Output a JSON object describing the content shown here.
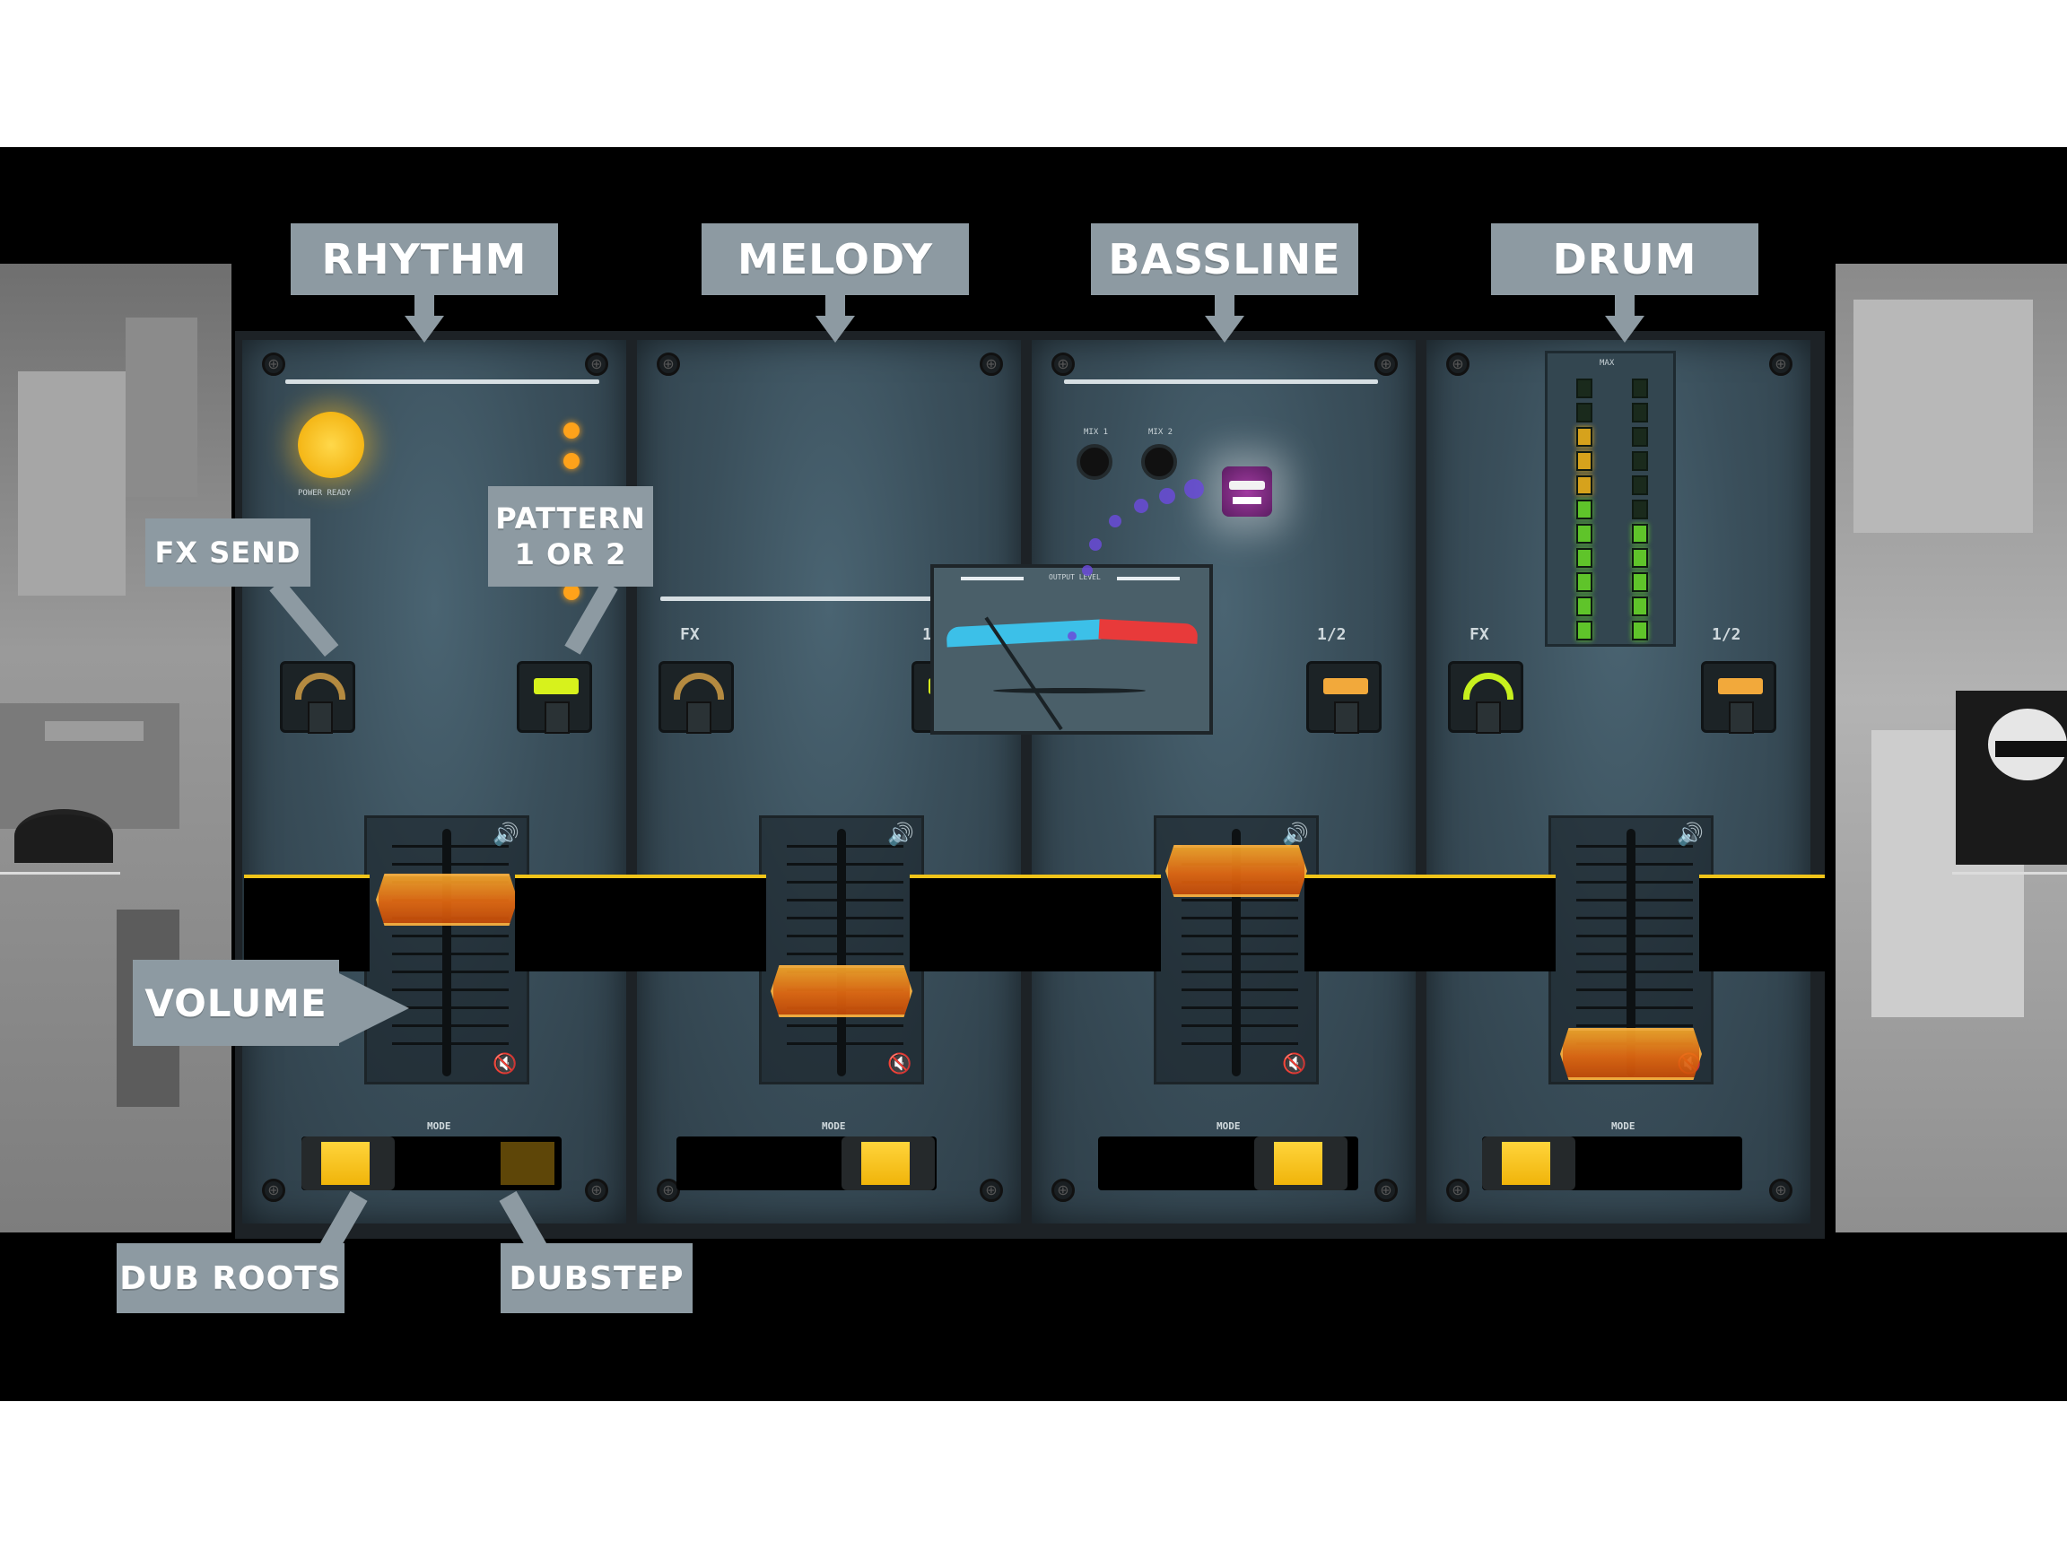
{
  "channels": {
    "rhythm": {
      "label": "RHYTHM"
    },
    "melody": {
      "label": "MELODY"
    },
    "bassline": {
      "label": "BASSLINE"
    },
    "drum": {
      "label": "DRUM"
    }
  },
  "callouts": {
    "fx_send": "FX SEND",
    "pattern_line1": "PATTERN",
    "pattern_line2": "1 OR 2",
    "volume": "VOLUME",
    "dub_roots": "DUB ROOTS",
    "dubstep": "DUBSTEP"
  },
  "controls": {
    "fx_label": "FX",
    "pattern_label": "1/2",
    "mode_label": "MODE",
    "power_label": "POWER READY",
    "output_label": "OUTPUT LEVEL",
    "mix1": "MIX 1",
    "mix2": "MIX 2",
    "meter_top": "MAX"
  },
  "fader_levels": {
    "rhythm": 0.75,
    "melody": 0.4,
    "bassline": 0.85,
    "drum": 0.05
  },
  "colors": {
    "accent_yellow": "#f0c419",
    "fader_orange": "#e56a12",
    "callout_gray": "#8d9aa2",
    "meter_blue": "#3cc0e8",
    "meter_red": "#e83a3a"
  },
  "icons": {
    "volume": "speaker-icon",
    "mute": "mute-icon"
  }
}
